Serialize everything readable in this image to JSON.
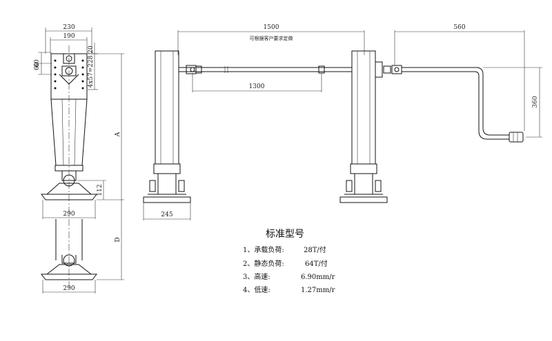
{
  "dimensions": {
    "d230": "230",
    "d190": "190",
    "d60a": "60",
    "d60b": "60",
    "d20": "20",
    "d4x57": "4x57=228",
    "dA": "A",
    "d112": "112",
    "d290a": "290",
    "dD": "D",
    "d290b": "290",
    "d245": "245",
    "d1500": "1500",
    "d1300": "1300",
    "d560": "560",
    "d360": "360"
  },
  "note_custom_length": "可根据客户要求定做",
  "spec": {
    "title": "标准型号",
    "rows": [
      {
        "label": "1、承载负荷:",
        "value": "28T/付"
      },
      {
        "label": "2、静态负荷:",
        "value": "64T/付"
      },
      {
        "label": "3、高速:",
        "value": "6.90mm/r"
      },
      {
        "label": "4、低速:",
        "value": "1.27mm/r"
      }
    ]
  }
}
